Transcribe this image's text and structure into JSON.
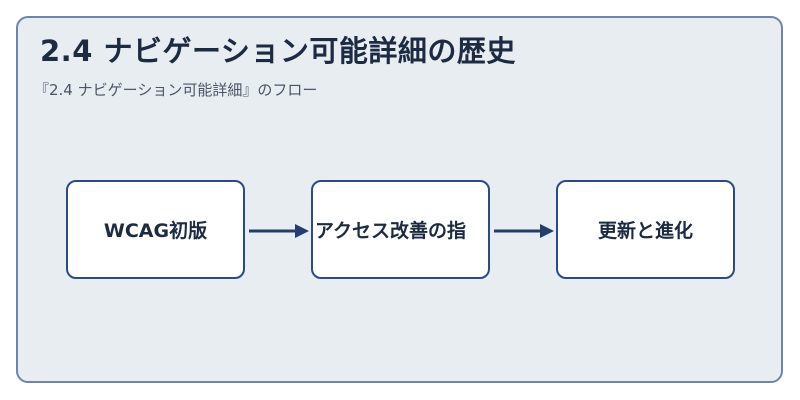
{
  "header": {
    "title": "2.4 ナビゲーション可能詳細の歴史",
    "subtitle": "『2.4 ナビゲーション可能詳細』のフロー"
  },
  "flow": {
    "nodes": [
      {
        "label": "WCAG初版"
      },
      {
        "label": "アクセス改善の指"
      },
      {
        "label": "更新と進化"
      }
    ]
  },
  "colors": {
    "background": "#e8edf2",
    "border": "#6f84ab",
    "node_border": "#2c4a86",
    "arrow": "#243c6e",
    "text": "#1c2a42"
  }
}
